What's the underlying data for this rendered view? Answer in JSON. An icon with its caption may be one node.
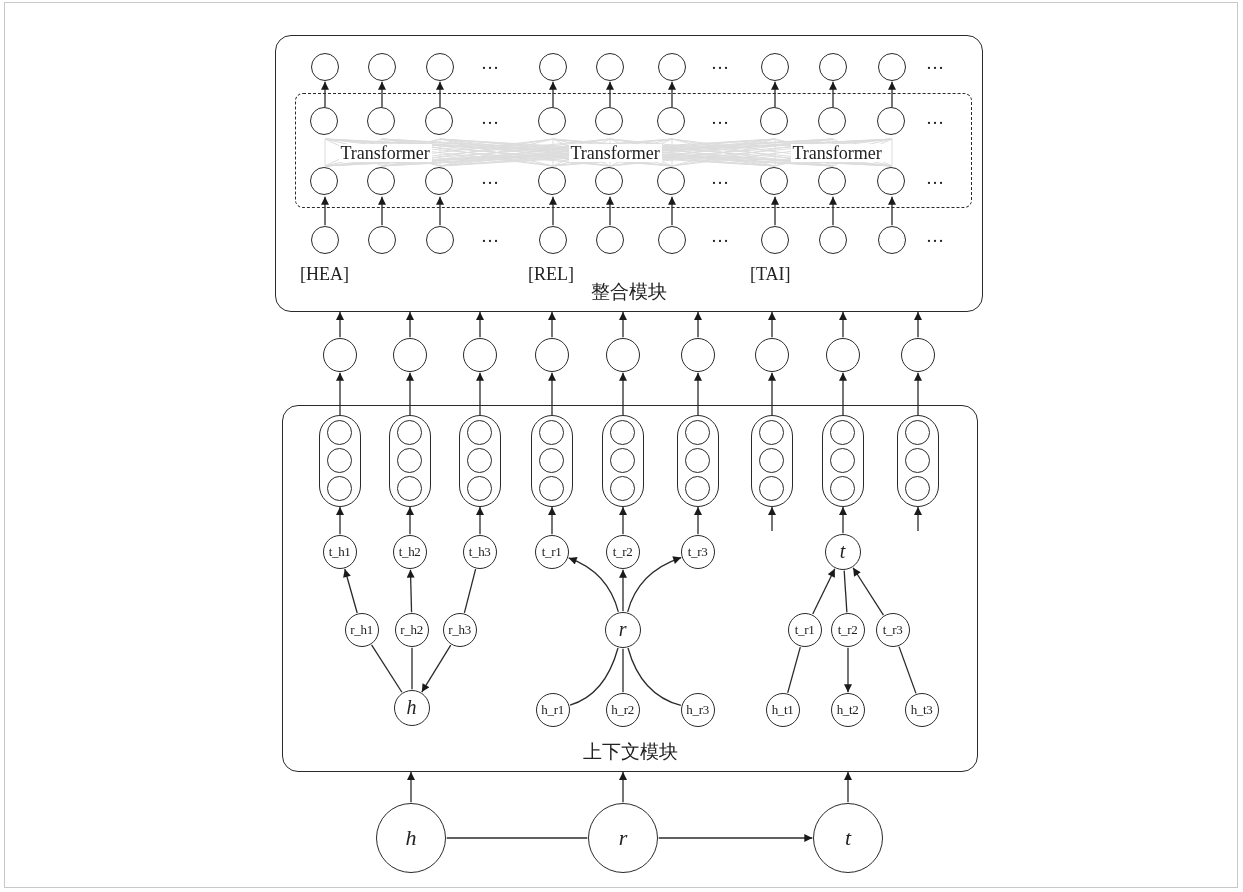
{
  "diagram": {
    "nodes": [
      {
        "text": [
          "整合模块"
        ]
      },
      {
        "text": [],
        "shape": "box",
        "in": 0
      },
      {
        "text": [],
        "shape": "circle",
        "in": 0
      },
      {
        "text": [],
        "shape": "circle",
        "in": 0
      },
      {
        "text": [],
        "shape": "circle",
        "in": 0
      },
      {
        "text": [],
        "shape": "circle",
        "in": 0
      },
      {
        "text": [],
        "shape": "circle",
        "in": 0
      },
      {
        "text": [],
        "shape": "circle",
        "in": 0
      },
      {
        "text": [],
        "shape": "circle",
        "in": 0
      },
      {
        "text": [],
        "shape": "circle",
        "in": 0
      },
      {
        "text": [],
        "shape": "circle",
        "in": 0
      },
      {
        "text": [],
        "shape": "circle",
        "in": 1
      },
      {
        "text": [],
        "shape": "circle",
        "in": 1
      },
      {
        "text": [],
        "shape": "circle",
        "in": 1
      },
      {
        "text": [],
        "shape": "circle",
        "in": 1
      },
      {
        "text": [],
        "shape": "circle",
        "in": 1
      },
      {
        "text": [],
        "shape": "circle",
        "in": 1
      },
      {
        "text": [],
        "shape": "circle",
        "in": 1
      },
      {
        "text": [],
        "shape": "circle",
        "in": 1
      },
      {
        "text": [],
        "shape": "circle",
        "in": 1
      },
      {
        "text": [],
        "shape": "circle",
        "in": 1
      },
      {
        "text": [],
        "shape": "circle",
        "in": 1
      },
      {
        "text": [],
        "shape": "circle",
        "in": 1
      },
      {
        "text": [],
        "shape": "circle",
        "in": 1
      },
      {
        "text": [],
        "shape": "circle",
        "in": 1
      },
      {
        "text": [],
        "shape": "circle",
        "in": 1
      },
      {
        "text": [],
        "shape": "circle",
        "in": 1
      },
      {
        "text": [],
        "shape": "circle",
        "in": 1
      },
      {
        "text": [],
        "shape": "circle",
        "in": 1
      },
      {
        "text": [],
        "shape": "circle",
        "in": 0,
        "beside": [
          "[HEA]"
        ]
      },
      {
        "text": [],
        "shape": "circle",
        "in": 0
      },
      {
        "text": [],
        "shape": "circle",
        "in": 0
      },
      {
        "text": [],
        "shape": "circle",
        "in": 0,
        "beside": [
          "[REL]"
        ]
      },
      {
        "text": [],
        "shape": "circle",
        "in": 0
      },
      {
        "text": [],
        "shape": "circle",
        "in": 0
      },
      {
        "text": [],
        "shape": "circle",
        "in": 0,
        "beside": [
          "[TAI]"
        ]
      },
      {
        "text": [],
        "shape": "circle",
        "in": 0
      },
      {
        "text": [],
        "shape": "circle",
        "in": 0
      },
      {
        "text": [],
        "shape": "circle"
      },
      {
        "text": [],
        "shape": "circle"
      },
      {
        "text": [],
        "shape": "circle"
      },
      {
        "text": [],
        "shape": "circle"
      },
      {
        "text": [],
        "shape": "circle"
      },
      {
        "text": [],
        "shape": "circle"
      },
      {
        "text": [],
        "shape": "circle"
      },
      {
        "text": [],
        "shape": "circle"
      },
      {
        "text": [],
        "shape": "circle"
      },
      {
        "text": [
          "上下文模块"
        ]
      },
      {
        "text": [],
        "shape": "box",
        "in": 47
      },
      {
        "text": [],
        "shape": "box",
        "in": 47
      },
      {
        "text": [],
        "shape": "box",
        "in": 47
      },
      {
        "text": [],
        "shape": "box",
        "in": 47
      },
      {
        "text": [],
        "shape": "box",
        "in": 47
      },
      {
        "text": [],
        "shape": "box",
        "in": 47
      },
      {
        "text": [],
        "shape": "box",
        "in": 47
      },
      {
        "text": [],
        "shape": "box",
        "in": 47
      },
      {
        "text": [],
        "shape": "box",
        "in": 47
      },
      {
        "text": [],
        "shape": "circle",
        "in": 48
      },
      {
        "text": [],
        "shape": "circle",
        "in": 48
      },
      {
        "text": [],
        "shape": "circle",
        "in": 48
      },
      {
        "text": [],
        "shape": "circle",
        "in": 49
      },
      {
        "text": [],
        "shape": "circle",
        "in": 49
      },
      {
        "text": [],
        "shape": "circle",
        "in": 49
      },
      {
        "text": [],
        "shape": "circle",
        "in": 50
      },
      {
        "text": [],
        "shape": "circle",
        "in": 50
      },
      {
        "text": [],
        "shape": "circle",
        "in": 50
      },
      {
        "text": [],
        "shape": "circle",
        "in": 51
      },
      {
        "text": [],
        "shape": "circle",
        "in": 51
      },
      {
        "text": [],
        "shape": "circle",
        "in": 51
      },
      {
        "text": [],
        "shape": "circle",
        "in": 52
      },
      {
        "text": [],
        "shape": "circle",
        "in": 52
      },
      {
        "text": [],
        "shape": "circle",
        "in": 52
      },
      {
        "text": [],
        "shape": "circle",
        "in": 53
      },
      {
        "text": [],
        "shape": "circle",
        "in": 53
      },
      {
        "text": [],
        "shape": "circle",
        "in": 53
      },
      {
        "text": [],
        "shape": "circle",
        "in": 54
      },
      {
        "text": [],
        "shape": "circle",
        "in": 54
      },
      {
        "text": [],
        "shape": "circle",
        "in": 54
      },
      {
        "text": [],
        "shape": "circle",
        "in": 55
      },
      {
        "text": [],
        "shape": "circle",
        "in": 55
      },
      {
        "text": [],
        "shape": "circle",
        "in": 55
      },
      {
        "text": [],
        "shape": "circle",
        "in": 56
      },
      {
        "text": [],
        "shape": "circle",
        "in": 56
      },
      {
        "text": [],
        "shape": "circle",
        "in": 56
      },
      {
        "text": [
          "t_h1"
        ],
        "in": 47
      },
      {
        "text": [
          "t_h2"
        ],
        "in": 47
      },
      {
        "text": [
          "t_h3"
        ],
        "in": 47
      },
      {
        "text": [
          "t_r1"
        ],
        "in": 47
      },
      {
        "text": [
          "t_r2"
        ],
        "in": 47
      },
      {
        "text": [
          "t_r3"
        ],
        "in": 47
      },
      {
        "text": [
          "t"
        ],
        "in": 47
      },
      {
        "text": [
          "r_h1"
        ],
        "in": 47
      },
      {
        "text": [
          "r_h2"
        ],
        "in": 47
      },
      {
        "text": [
          "r_h3"
        ],
        "in": 47
      },
      {
        "text": [
          "r"
        ],
        "in": 47
      },
      {
        "text": [
          "t_r1"
        ],
        "in": 47
      },
      {
        "text": [
          "t_r2"
        ],
        "in": 47
      },
      {
        "text": [
          "t_r3"
        ],
        "in": 47
      },
      {
        "text": [
          "h"
        ],
        "in": 47
      },
      {
        "text": [
          "h_r1"
        ],
        "in": 47
      },
      {
        "text": [
          "h_r2"
        ],
        "in": 47
      },
      {
        "text": [
          "h_r3"
        ],
        "in": 47
      },
      {
        "text": [
          "h_t1"
        ],
        "in": 47
      },
      {
        "text": [
          "h_t2"
        ],
        "in": 47
      },
      {
        "text": [
          "h_t3"
        ],
        "in": 47
      },
      {
        "text": [
          "h"
        ]
      },
      {
        "text": [
          "r"
        ]
      },
      {
        "text": [
          "t"
        ]
      }
    ],
    "edges": [
      {
        "from": 29,
        "to": 20,
        "arrow": "to"
      },
      {
        "from": 30,
        "to": 21,
        "arrow": "to"
      },
      {
        "from": 31,
        "to": 22,
        "arrow": "to"
      },
      {
        "from": 32,
        "to": 23,
        "arrow": "to"
      },
      {
        "from": 33,
        "to": 24,
        "arrow": "to"
      },
      {
        "from": 34,
        "to": 25,
        "arrow": "to"
      },
      {
        "from": 35,
        "to": 26,
        "arrow": "to"
      },
      {
        "from": 36,
        "to": 27,
        "arrow": "to"
      },
      {
        "from": 37,
        "to": 28,
        "arrow": "to"
      },
      {
        "from": 11,
        "to": 2,
        "arrow": "to"
      },
      {
        "from": 12,
        "to": 3,
        "arrow": "to"
      },
      {
        "from": 13,
        "to": 4,
        "arrow": "to"
      },
      {
        "from": 14,
        "to": 5,
        "arrow": "to"
      },
      {
        "from": 15,
        "to": 6,
        "arrow": "to"
      },
      {
        "from": 16,
        "to": 7,
        "arrow": "to"
      },
      {
        "from": 17,
        "to": 8,
        "arrow": "to"
      },
      {
        "from": 18,
        "to": 9,
        "arrow": "to"
      },
      {
        "from": 19,
        "to": 10,
        "arrow": "to"
      },
      {
        "from": 38,
        "to": 0,
        "arrow": "to"
      },
      {
        "from": 39,
        "to": 0,
        "arrow": "to"
      },
      {
        "from": 40,
        "to": 0,
        "arrow": "to"
      },
      {
        "from": 41,
        "to": 0,
        "arrow": "to"
      },
      {
        "from": 42,
        "to": 0,
        "arrow": "to"
      },
      {
        "from": 43,
        "to": 0,
        "arrow": "to"
      },
      {
        "from": 44,
        "to": 0,
        "arrow": "to"
      },
      {
        "from": 45,
        "to": 0,
        "arrow": "to"
      },
      {
        "from": 46,
        "to": 0,
        "arrow": "to"
      },
      {
        "from": 48,
        "to": 38,
        "arrow": "to"
      },
      {
        "from": 49,
        "to": 39,
        "arrow": "to"
      },
      {
        "from": 50,
        "to": 40,
        "arrow": "to"
      },
      {
        "from": 51,
        "to": 41,
        "arrow": "to"
      },
      {
        "from": 52,
        "to": 42,
        "arrow": "to"
      },
      {
        "from": 53,
        "to": 43,
        "arrow": "to"
      },
      {
        "from": 54,
        "to": 44,
        "arrow": "to"
      },
      {
        "from": 55,
        "to": 45,
        "arrow": "to"
      },
      {
        "from": 56,
        "to": 46,
        "arrow": "to"
      },
      {
        "from": 84,
        "to": 48,
        "arrow": "to"
      },
      {
        "from": 85,
        "to": 49,
        "arrow": "to"
      },
      {
        "from": 86,
        "to": 50,
        "arrow": "to"
      },
      {
        "from": 87,
        "to": 51,
        "arrow": "to"
      },
      {
        "from": 88,
        "to": 52,
        "arrow": "to"
      },
      {
        "from": 89,
        "to": 53,
        "arrow": "to"
      },
      {
        "from": 90,
        "to": 55,
        "arrow": "to"
      },
      {
        "from": null,
        "to": 54,
        "arrow": "to"
      },
      {
        "from": null,
        "to": 56,
        "arrow": "to"
      },
      {
        "from": 91,
        "to": 84,
        "arrow": "to"
      },
      {
        "from": 92,
        "to": 85,
        "arrow": "to"
      },
      {
        "from": 93,
        "to": 86,
        "arrow": "none"
      },
      {
        "from": 93,
        "to": 98,
        "arrow": "to"
      },
      {
        "from": 98,
        "to": 91,
        "arrow": "none"
      },
      {
        "from": 98,
        "to": 92,
        "arrow": "none"
      },
      {
        "from": 94,
        "to": 87,
        "arrow": "to"
      },
      {
        "from": 94,
        "to": 88,
        "arrow": "to"
      },
      {
        "from": 94,
        "to": 89,
        "arrow": "to"
      },
      {
        "from": 99,
        "to": 94,
        "arrow": "none"
      },
      {
        "from": 100,
        "to": 94,
        "arrow": "none"
      },
      {
        "from": 101,
        "to": 94,
        "arrow": "none"
      },
      {
        "from": 95,
        "to": 90,
        "arrow": "to"
      },
      {
        "from": 90,
        "to": 96,
        "arrow": "none"
      },
      {
        "from": 97,
        "to": 90,
        "arrow": "to"
      },
      {
        "from": 102,
        "to": 95,
        "arrow": "none"
      },
      {
        "from": 96,
        "to": 103,
        "arrow": "to"
      },
      {
        "from": 104,
        "to": 97,
        "arrow": "none"
      },
      {
        "from": 105,
        "to": 47,
        "arrow": "to"
      },
      {
        "from": 106,
        "to": 47,
        "arrow": "to"
      },
      {
        "from": 107,
        "to": 47,
        "arrow": "to"
      },
      {
        "from": 105,
        "to": 106,
        "arrow": "none"
      },
      {
        "from": 106,
        "to": 107,
        "arrow": "to"
      }
    ],
    "labels": [
      "…",
      "…",
      "…",
      "…",
      "…",
      "…",
      "Transformer",
      "Transformer",
      "Transformer",
      "…",
      "…",
      "…",
      "…",
      "…",
      "…"
    ]
  }
}
